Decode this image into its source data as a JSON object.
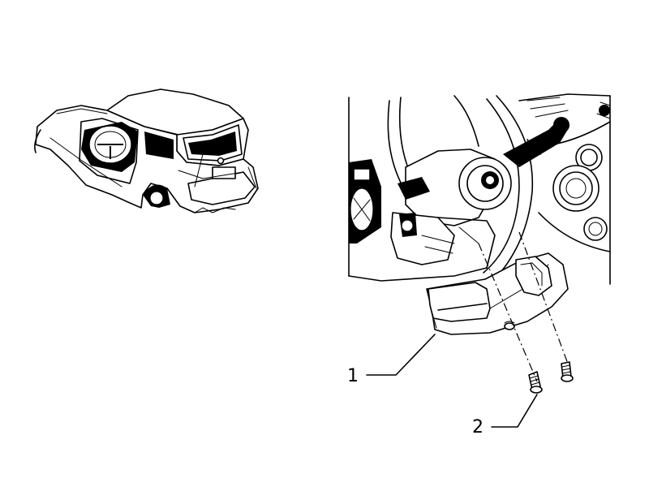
{
  "callouts": [
    {
      "number": "1",
      "part": "steering-column-lower-shroud"
    },
    {
      "number": "2",
      "part": "shroud-screw"
    }
  ]
}
